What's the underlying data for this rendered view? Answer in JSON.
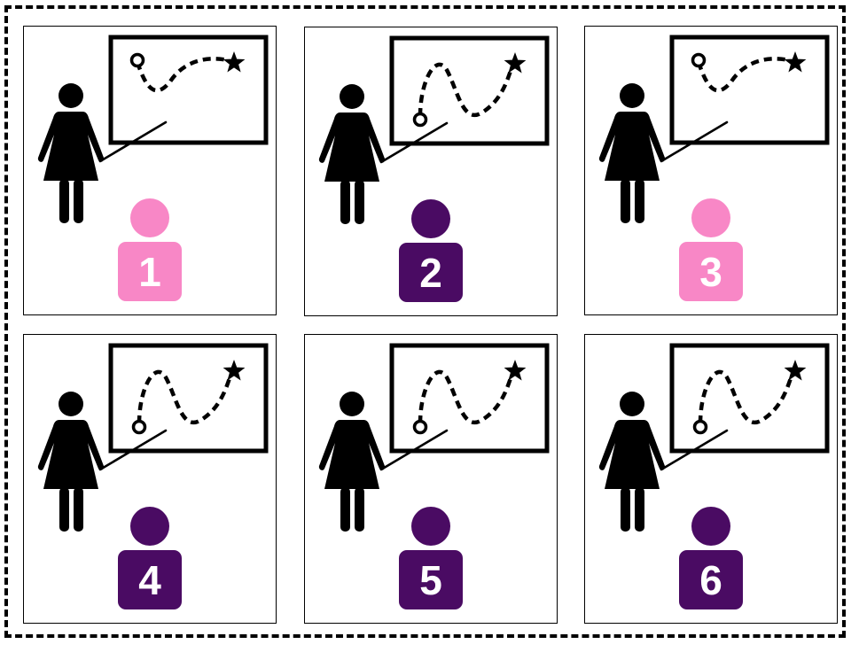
{
  "colors": {
    "pink": "#f887c6",
    "purple": "#4a0b63",
    "ink": "#000000"
  },
  "panels": [
    {
      "number": "1",
      "color": "pink",
      "path": "wavy-short"
    },
    {
      "number": "2",
      "color": "purple",
      "path": "wavy-long"
    },
    {
      "number": "3",
      "color": "pink",
      "path": "wavy-short"
    },
    {
      "number": "4",
      "color": "purple",
      "path": "wavy-long"
    },
    {
      "number": "5",
      "color": "purple",
      "path": "wavy-long"
    },
    {
      "number": "6",
      "color": "purple",
      "path": "wavy-long"
    }
  ]
}
